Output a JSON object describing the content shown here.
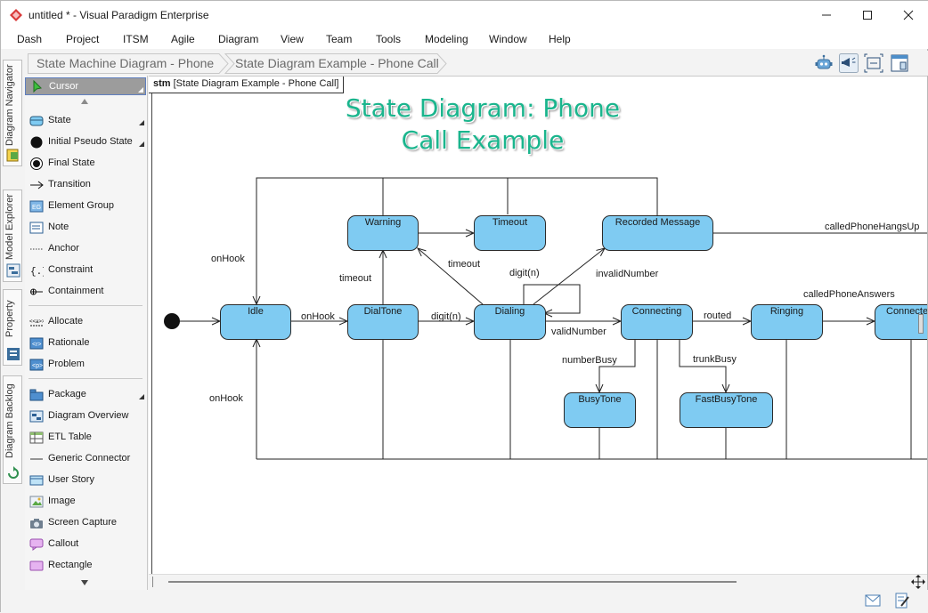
{
  "window": {
    "title": "untitled * - Visual Paradigm Enterprise"
  },
  "menu": [
    "Dash",
    "Project",
    "ITSM",
    "Agile",
    "Diagram",
    "View",
    "Team",
    "Tools",
    "Modeling",
    "Window",
    "Help"
  ],
  "breadcrumb": [
    "State Machine Diagram - Phone",
    "State Diagram Example - Phone Call"
  ],
  "side_tabs": [
    "Diagram Navigator",
    "Model Explorer",
    "Property",
    "Diagram Backlog"
  ],
  "palette": {
    "cursor": "Cursor",
    "items": [
      "State",
      "Initial Pseudo State",
      "Final State",
      "Transition",
      "Element Group",
      "Note",
      "Anchor",
      "Constraint",
      "Containment",
      "Allocate",
      "Rationale",
      "Problem",
      "Package",
      "Diagram Overview",
      "ETL Table",
      "Generic Connector",
      "User Story",
      "Image",
      "Screen Capture",
      "Callout",
      "Rectangle"
    ]
  },
  "diagram": {
    "frame_keyword": "stm",
    "frame_name": "[State Diagram Example - Phone Call]",
    "title_line1": "State Diagram: Phone",
    "title_line2": "Call Example",
    "states": {
      "idle": "Idle",
      "warning": "Warning",
      "timeout": "Timeout",
      "recorded": "Recorded Message",
      "dialtone": "DialTone",
      "dialing": "Dialing",
      "connecting": "Connecting",
      "ringing": "Ringing",
      "connected": "Connected",
      "busytone": "BusyTone",
      "fastbusytone": "FastBusyTone"
    },
    "transitions": {
      "onhook_top": "onHook",
      "onhook_mid": "onHook",
      "onhook_bottom": "onHook",
      "timeout1": "timeout",
      "timeout2": "timeout",
      "digit_dialtone": "digit(n)",
      "digit_self": "digit(n)",
      "invalid": "invalidNumber",
      "valid": "validNumber",
      "routed": "routed",
      "answers": "calledPhoneAnswers",
      "hangs": "calledPhoneHangsUp",
      "numberbusy": "numberBusy",
      "trunkbusy": "trunkBusy"
    }
  },
  "colors": {
    "state_fill": "#7fcbf2",
    "title_green": "#1ab58d",
    "cursor_bg": "#9c9c9c"
  }
}
